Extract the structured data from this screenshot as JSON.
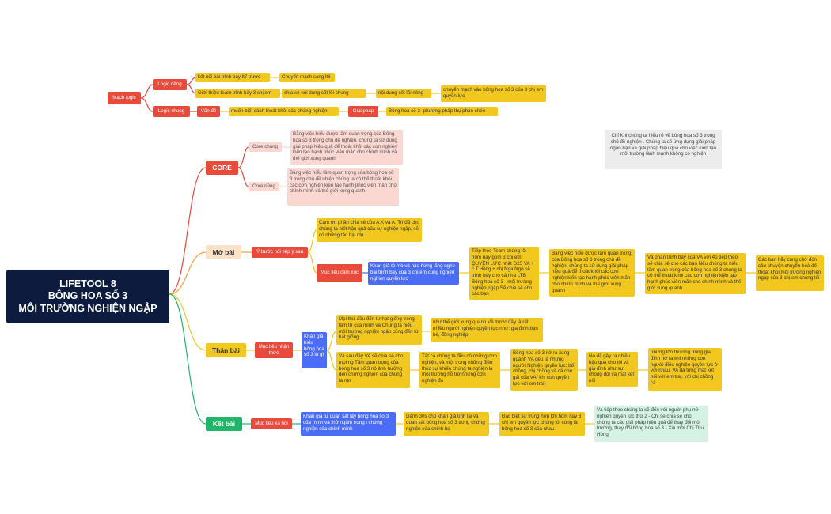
{
  "root": "LIFETOOL 8\nBÔNG HOA SỐ 3\nMÔI TRƯỜNG NGHIỆN NGẬP",
  "mach_logic": {
    "label": "Mạch logic",
    "logic_rieng": "Logic riêng",
    "ket_noi": "kết nối bài trình bày lt7 trước",
    "chuyen_mach": "Chuyển mạch sang lt8",
    "gioi_thieu": "Giới thiệu team trình bày 3 chị em",
    "chia_se": "chia sẻ nội dung cốt lõi chung",
    "noi_dung_rieng": "nội dung cốt lõi riêng",
    "chuyen_mach_vao": "chuyển mạch vào bông hoa số 3 của 3 chị em quyền lực",
    "logic_chung": "Logic chung",
    "van_de": "Vấn đề",
    "muon_biet": "muốn biết cách thoát khỏi các chứng nghiện",
    "giai_phap": "Giải pháp",
    "bong_hoa_so3": "Bông hoa số 3- phương pháp thụ phân chéo"
  },
  "note": "Chỉ Khi chúng ta hiểu rõ về bông hoa số 3 trong chủ đề nghiện . Chúng ta sẽ ứng dụng giải pháp ngắn hạn và giải pháp hiệu quả cho việc kiến tạo môi trường lành mạnh không có nghiện",
  "core": {
    "label": "CORE",
    "core_chung": "Core chung",
    "core_chung_text": "Bằng việc hiểu được tầm quan trọng của Bông hoa số 3 trong chủ đề nghiện, chúng ta sử dụng giải pháp hiệu quả để thoát khỏi các cơn nghiện kiến tạo hạnh phúc viên mãn cho chính mình và thế giới xung quanh",
    "core_rieng": "Core riêng",
    "core_rieng_text": "Bằng việc hiểu tầm quan trọng của bông hoa số 3 trong chủ đề nhiện chúng ta có thể thoát khỏi các cơn nghiện kiến tạo hạnh phúc viên mãn cho chính mình và thế giới xung quanh"
  },
  "mo_bai": {
    "label": "Mở bài",
    "y_truoc": "Ý trước nối tiếp ý sau",
    "cam_on": "Cảm ơn phần chia sẻ của A.K và A. Trí đã cho chúng ta biết hậu quả của sự nghiện ngập, sẽ có những tác hại ntn",
    "muc_tieu_cam_xuc": "Mục tiêu cảm xúc",
    "khan_gia": "Khán giả tò mò và háo hứng lắng nghe bài trình bày của 3 chị em cùng nghiện nghiện quyền lực",
    "tiep_theo": "Tiếp theo Team chúng tôi hôm nay gồm 3 chị em QUYỀN LỰC nhất G25 VA + c.T.Hồng + chị Nga Ngô sẽ trình bày cho cả nhà LT8 Bông hoa số 3 - môi trường nghiện ngập Sẽ chia sẻ cho các bạn",
    "bang_viec": "Bằng việc hiểu được tầm quan trọng của Bông hoa số 3 trong chủ đề nghiện, chúng ta sử dụng giải pháp hiệu quả để thoát khỏi các cơn nghiện kiến tạo hạnh phúc viên mãn cho chính mình và thế giới xung quanh",
    "va_phan_trinh_bay": "Và phần trình bày của VA với 4p tiếp theo sẽ chia sẻ cho các bạn Nếu chúng ta hiểu tầm quan trọng của bông hoa số 3 chúng ta có thể thoát khỏi các cơn nghiện kiến tạo hạnh phúc viên mãn cho chính mình và thế giới xung quanh",
    "cac_ban": "Các bạn hãy cùng chờ đón câu chuyện chuyển hoá để thoát khỏi môi trường nghiện ngập của 3 chị em chúng tôi"
  },
  "than_bai": {
    "label": "Thân bài",
    "muc_tieu_nhan_thuc": "Mục tiêu nhận thức",
    "khan_gia_hieu": "Khán giả hiểu bông hoa số 3 là gì",
    "moi_thu": "Mọi thứ đều đến từ hạt giống trong tâm trí của mình và Chúng ta hiểu môi trường nghiện ngập cũng đến từ hạt giống",
    "nhu_the_gioi": "như thế giới xung quanh VA trước đây là rất nhiều người nghiện quyền lực như: gia đình bạn bè, đồng nghiệp",
    "va_sau_day": "Và sau đây VA sẽ chia sẻ cho mọi ng Tầm quan trọng của bông hoa số 3 nó ảnh hưởng đến chứng nghiện của chúng ta ntn",
    "tat_ca": "Tất cả chúng ta đều có những cơn nghiện, và một trong những điều thúc sự khiến chúng ta nghiện là môi trường hỗ trợ những cơn nghiện đó",
    "bong_hoa_no_ra": "Bông hoa số 3 nở ra xung quanh VA đều là những người Nghiện quyền lực: bố chồng, chị chồng và cả con gái của VA( khi con quyền lực với em trai)",
    "no_da_gay": "Nó đã gây ra nhiều hậu quả cho tôi và gia đình như sự chống đối và mất kết nối",
    "nhung_ton_thuong": "những tổn thương trong gia đình nở ra khi những con người điều nghiện quyền lực ở với nhau. VA đã từng mất kết nối với em trai, với chị chồng cả"
  },
  "ket_bai": {
    "label": "Kết bài",
    "muc_tieu_xa_hoi": "Mục tiêu xã hội",
    "khan_gia_tu_quan_sat": "Khán giả tự quan sát lấy bông hoa số 3 của mình và thử ngắm trong l chứng nghiện của chính mình",
    "danh_30s": "Dành 30s cho khán giả tĩnh lại và quan sát bông hoa số 3 trong chứng nghiện của chính họ",
    "dac_biet": "Đặc biệt sự trùng hợp khi hôm nay 3 chị em quyền lực chúng tôi cùng là bông hoa số 3 của nhau",
    "va_tiep_theo": "Và tiếp theo chúng ta sẽ đến với người phụ nữ nghiện quyền lực thứ 2 - Chị sẽ chia sẻ cho chúng ta các giải pháp hiệu quả để thay đổi môi trường, thay đổi bông hoa số 3 - Xin mời Chị Thu Hồng"
  },
  "colors": {
    "red": "#e84a3c",
    "yellow": "#f2c81e",
    "pink": "#fbd7d1",
    "blue": "#4a6cf7",
    "green": "#21b56a",
    "mint": "#d4f3e4",
    "root": "#0d1b3e",
    "orange": "#f5a13a"
  }
}
